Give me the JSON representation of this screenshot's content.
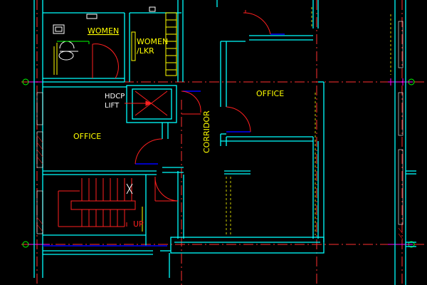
{
  "labels": {
    "women": "WOMEN",
    "women_lkr_1": "WOMEN",
    "women_lkr_2": "/LKR",
    "hdcp_1": "HDCP",
    "hdcp_2": "LIFT",
    "office_left": "OFFICE",
    "office_right": "OFFICE",
    "corridor": "CORRIDOR",
    "stair_up": "UP"
  },
  "colors": {
    "background": "#000000",
    "wall": "#00ffff",
    "gridline": "#ff3030",
    "text": "#ffff00",
    "door": "#ff2020",
    "window": "#0000ff",
    "fixture": "#ffffff",
    "accent_green": "#00ff00",
    "accent_magenta": "#ff00ff"
  }
}
